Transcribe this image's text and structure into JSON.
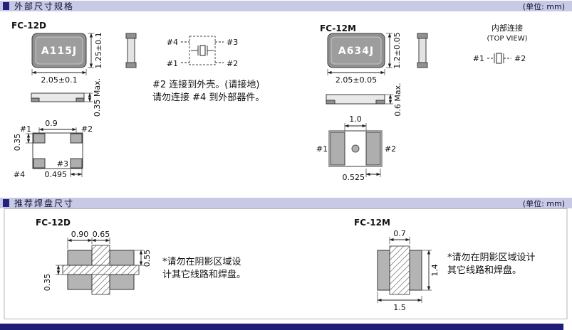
{
  "page": {
    "unit_label": "(单位: mm)",
    "accent_color": "#c8c9e5",
    "footer_color": "#1e1e78"
  },
  "sections": {
    "external": {
      "title": "外部尺寸规格"
    },
    "pads": {
      "title": "推荐焊盘尺寸"
    }
  },
  "fc12d": {
    "name": "FC-12D",
    "marking": "A115J",
    "dims": {
      "width": "2.05±0.1",
      "height": "1.25±0.1",
      "thickness": "0.35 Max.",
      "pad_pitch": "0.9",
      "pad_height": "0.35",
      "pad_width": "0.495"
    },
    "pins": {
      "p1": "#1",
      "p2": "#2",
      "p3": "#3",
      "p4": "#4"
    },
    "note_line1": "#2 连接到外壳。(请接地)",
    "note_line2": "请勿连接 #4 到外部器件。"
  },
  "fc12m": {
    "name": "FC-12M",
    "marking": "A634J",
    "internal": {
      "title": "内部连接",
      "subtitle": "(TOP VIEW)"
    },
    "dims": {
      "width": "2.05±0.05",
      "height": "1.2±0.05",
      "thickness": "0.6 Max.",
      "pad_gap": "1.0",
      "pad_width": "0.525"
    },
    "pins": {
      "p1": "#1",
      "p2": "#2"
    }
  },
  "land_fc12d": {
    "name": "FC-12D",
    "dims": {
      "pad_width": "0.90",
      "gap_x": "0.65",
      "pad_height": "0.55",
      "gap_y": "0.35"
    },
    "note_line1": "*请勿在阴影区域设",
    "note_line2": "计其它线路和焊盘。"
  },
  "land_fc12m": {
    "name": "FC-12M",
    "dims": {
      "gap": "0.7",
      "pad_height": "1.4",
      "total_width": "1.5"
    },
    "note_line1": "*请勿在阴影区域设计",
    "note_line2": "其它线路和焊盘。"
  }
}
